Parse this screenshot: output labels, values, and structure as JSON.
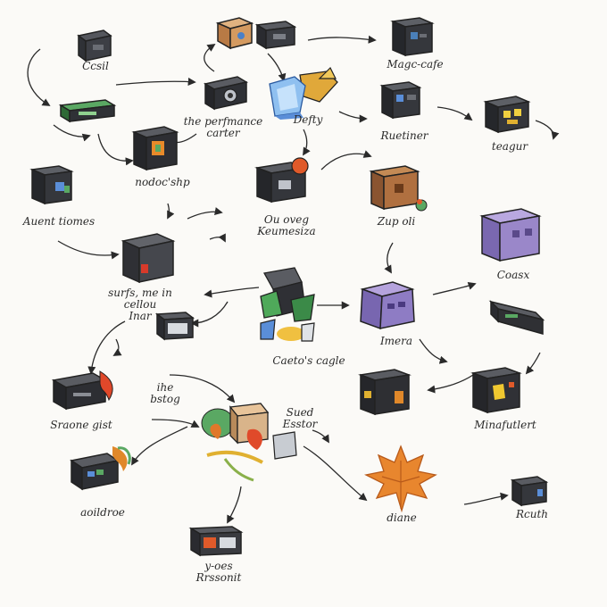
{
  "nodes": [
    {
      "id": "n1",
      "label": "Ccsil",
      "icon": "server-cube-icon",
      "color": "#3b3b40"
    },
    {
      "id": "n2",
      "label": "",
      "icon": "green-drive-icon",
      "color": "#4a9a4a"
    },
    {
      "id": "n3",
      "label": "",
      "icon": "tan-cube-icon",
      "color": "#c9925a"
    },
    {
      "id": "n4",
      "label": "",
      "icon": "dark-cube-icon",
      "color": "#33353a"
    },
    {
      "id": "n5",
      "label": "Magc-cafe",
      "icon": "server-tower-icon",
      "color": "#2e3035"
    },
    {
      "id": "n6",
      "label": "",
      "icon": "camera-device-icon",
      "color": "#2d2e33"
    },
    {
      "id": "n7",
      "label": "Defty",
      "icon": "blue-gold-crystal-icon",
      "color": "#4a8ee0"
    },
    {
      "id": "n8",
      "label": "the perfmance\ncarter",
      "icon": "label-only",
      "color": ""
    },
    {
      "id": "n9",
      "label": "Ruetiner",
      "icon": "tower-box-icon",
      "color": "#2f3136"
    },
    {
      "id": "n10",
      "label": "teagur",
      "icon": "yellow-face-cube-icon",
      "color": "#2e2f34"
    },
    {
      "id": "n11",
      "label": "nodoc'shp",
      "icon": "orange-panel-cube-icon",
      "color": "#2a2b30"
    },
    {
      "id": "n12",
      "label": "Auent tiomes",
      "icon": "pc-tower-icon",
      "color": "#2e3035"
    },
    {
      "id": "n13",
      "label": "Ou oveg\nKeumesiza",
      "icon": "red-cap-cube-icon",
      "color": "#2f3035"
    },
    {
      "id": "n14",
      "label": "Zup oli",
      "icon": "brown-cube-icon",
      "color": "#a0643a"
    },
    {
      "id": "n15",
      "label": "Coasx",
      "icon": "purple-cube-icon",
      "color": "#9a87c9"
    },
    {
      "id": "n16",
      "label": "surfs, me in\ncellou\nInar",
      "icon": "red-face-cube-icon",
      "color": "#3c3d42"
    },
    {
      "id": "n17",
      "label": "",
      "icon": "small-monitor-icon",
      "color": "#3a3b40"
    },
    {
      "id": "n18",
      "label": "Caeto's cagle",
      "icon": "crystal-cluster-icon",
      "color": "#3a8a4a"
    },
    {
      "id": "n19",
      "label": "Imera",
      "icon": "purple-cube-icon",
      "color": "#8e7cc4"
    },
    {
      "id": "n20",
      "label": "",
      "icon": "green-slab-icon",
      "color": "#2f3034"
    },
    {
      "id": "n21",
      "label": "Sraone gist",
      "icon": "flame-drive-icon",
      "color": "#2d2e33"
    },
    {
      "id": "n22",
      "label": "ihe\nbstog",
      "icon": "label-only",
      "color": ""
    },
    {
      "id": "n23",
      "label": "Sued\nEsstor",
      "icon": "leafy-cube-icon",
      "color": "#d9b48a"
    },
    {
      "id": "n24",
      "label": "",
      "icon": "orange-cube-icon",
      "color": "#2e2f33"
    },
    {
      "id": "n25",
      "label": "Minafutlert",
      "icon": "bright-cube-icon",
      "color": "#303136"
    },
    {
      "id": "n26",
      "label": "aoildroe",
      "icon": "colorful-drive-icon",
      "color": "#2e3035"
    },
    {
      "id": "n27",
      "label": "y-oes\nRrssonit",
      "icon": "photo-panel-icon",
      "color": "#3a3b40"
    },
    {
      "id": "n28",
      "label": "diane",
      "icon": "maple-leaf-icon",
      "color": "#e0782a"
    },
    {
      "id": "n29",
      "label": "Rcuth",
      "icon": "tiny-drive-icon",
      "color": "#2f3035"
    }
  ]
}
